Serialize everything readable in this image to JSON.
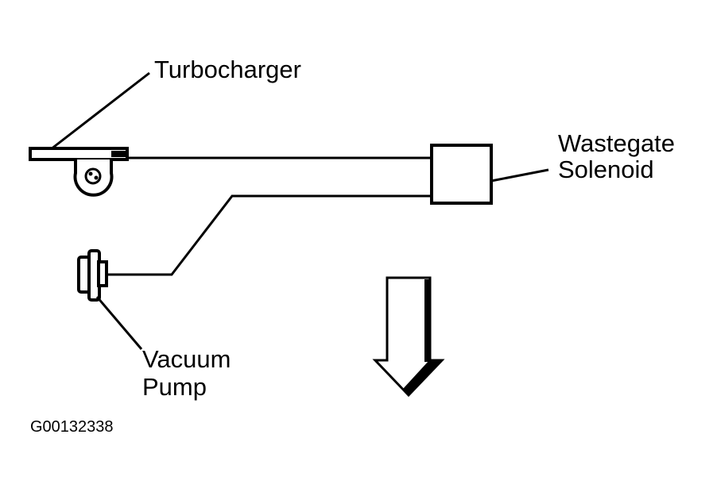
{
  "labels": {
    "turbocharger": "Turbocharger",
    "wastegate_line1": "Wastegate",
    "wastegate_line2": "Solenoid",
    "vacuum_line1": "Vacuum",
    "vacuum_line2": "Pump"
  },
  "figure_id": "G00132338",
  "colors": {
    "ink": "#000000",
    "paper": "#ffffff"
  }
}
